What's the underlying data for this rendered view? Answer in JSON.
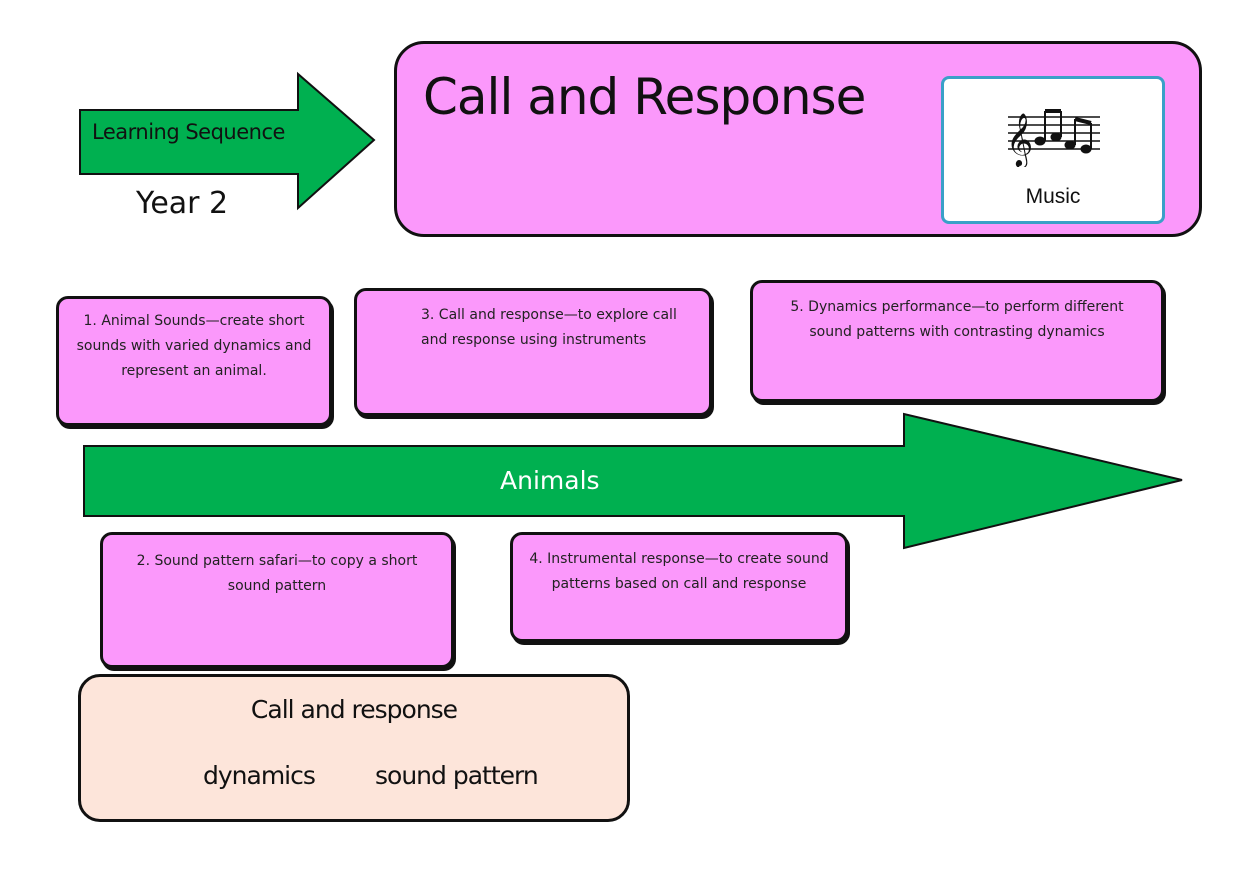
{
  "header": {
    "arrow_label": "Learning Sequence",
    "year": "Year 2",
    "title": "Call and Response",
    "subject": "Music",
    "subject_icon": "music-notes-icon"
  },
  "timeline": {
    "theme": "Animals",
    "arrow_color": "#00b050"
  },
  "lessons": [
    {
      "text": "1. Animal Sounds—create short sounds with varied dynamics and represent an animal."
    },
    {
      "text": "2. Sound pattern safari—to copy a short sound pattern"
    },
    {
      "text": "3. Call and response—to explore call and response using instruments"
    },
    {
      "text": "4. Instrumental response—to create sound patterns based on call and response"
    },
    {
      "text": "5. Dynamics performance—to perform different sound patterns with contrasting dynamics"
    }
  ],
  "vocabulary": {
    "title": "Call and response",
    "words": [
      "dynamics",
      "sound pattern"
    ]
  },
  "colors": {
    "card_pink": "#fb98fb",
    "vocab_peach": "#fde5da",
    "frame_blue": "#3aa0c8"
  }
}
